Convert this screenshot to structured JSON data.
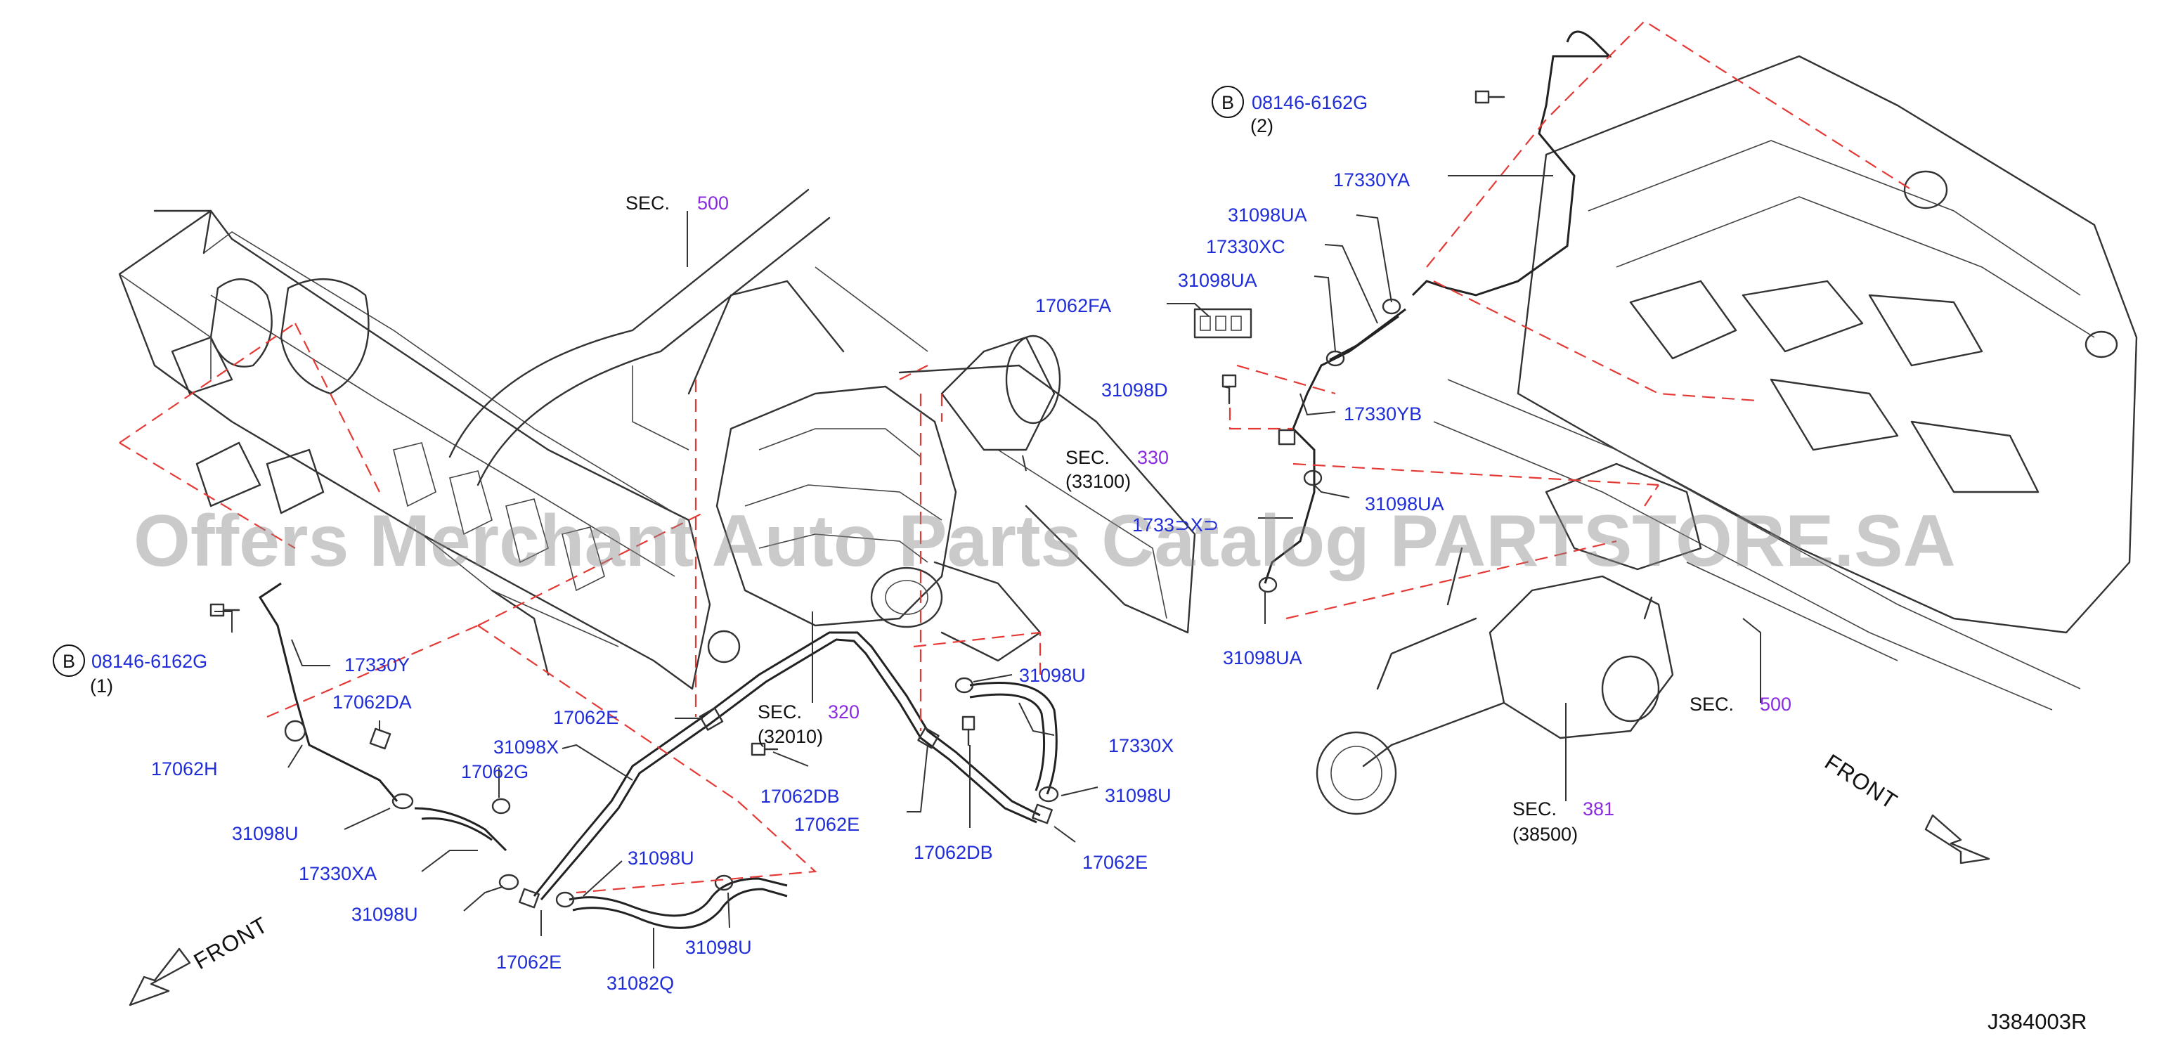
{
  "labels": {
    "b_left_badge": "B",
    "b_left_part": "08146-6162G",
    "b_left_qty": "(1)",
    "p17330Y": "17330Y",
    "p17062DA": "17062DA",
    "p17062H": "17062H",
    "p31098U_a": "31098U",
    "p17330XA": "17330XA",
    "p31098U_b": "31098U",
    "p17062G": "17062G",
    "p31098X": "31098X",
    "p17062E_a": "17062E",
    "p17062E_b": "17062E",
    "p31098U_c": "31098U",
    "p31098U_d": "31098U",
    "p31082Q": "31082Q",
    "p17062DB_a": "17062DB",
    "p17062E_c": "17062E",
    "p17062DB_b": "17062DB",
    "p31098U_e": "31098U",
    "p17330X": "17330X",
    "p31098U_f": "31098U",
    "p17062E_d": "17062E",
    "p17062FA": "17062FA",
    "p31098D": "31098D",
    "p31098UA_a": "31098UA",
    "p17330XC": "17330XC",
    "p31098UA_b": "31098UA",
    "p17330YA": "17330YA",
    "b_right_badge": "B",
    "b_right_part": "08146-6162G",
    "b_right_qty": "(2)",
    "p17330YB": "17330YB",
    "p31098UA_c": "31098UA",
    "p1733XB": "1733⊃X⊃",
    "p31098UA_d": "31098UA"
  },
  "sections": {
    "sec500_top": {
      "prefix": "SEC.",
      "num": "500"
    },
    "sec330": {
      "prefix": "SEC.",
      "num": "330",
      "sub": "(33100)"
    },
    "sec320": {
      "prefix": "SEC.",
      "num": "320",
      "sub": "(32010)"
    },
    "sec500_right": {
      "prefix": "SEC.",
      "num": "500"
    },
    "sec381": {
      "prefix": "SEC.",
      "num": "381",
      "sub": "(38500)"
    }
  },
  "front_left": "FRONT",
  "front_right": "FRONT",
  "diagram_code": "J384003R",
  "watermark": "Offers Merchant Auto Parts Catalog PARTSTORE.SA",
  "colors": {
    "part_label": "#1f2dd8",
    "section_number": "#8a2be2",
    "dashed_guide": "#e53935",
    "linework": "#333333"
  }
}
